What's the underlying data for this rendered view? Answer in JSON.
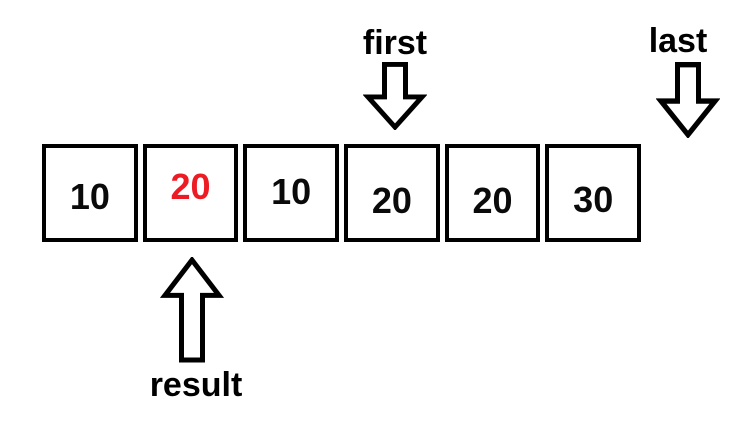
{
  "colors": {
    "ink": "#000000",
    "highlight": "#ed1c24",
    "background": "#ffffff"
  },
  "array": {
    "cells": [
      {
        "value": "10",
        "highlighted": false
      },
      {
        "value": "20",
        "highlighted": true
      },
      {
        "value": "10",
        "highlighted": false
      },
      {
        "value": "20",
        "highlighted": false
      },
      {
        "value": "20",
        "highlighted": false
      },
      {
        "value": "30",
        "highlighted": false
      }
    ]
  },
  "pointers": {
    "first": {
      "label": "first",
      "direction": "down",
      "target_cell_index": 3
    },
    "last": {
      "label": "last",
      "direction": "down",
      "target_cell_index": 6
    },
    "result": {
      "label": "result",
      "direction": "up",
      "target_cell_index": 1
    }
  }
}
